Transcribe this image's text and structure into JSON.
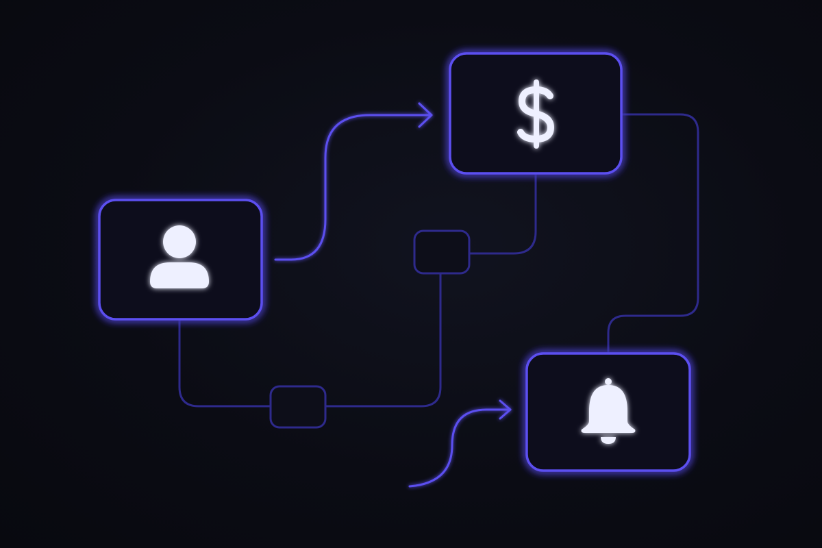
{
  "diagram": {
    "nodes": [
      {
        "id": "user",
        "icon": "user-icon"
      },
      {
        "id": "payment",
        "icon": "dollar-icon"
      },
      {
        "id": "notification",
        "icon": "bell-icon"
      },
      {
        "id": "junction-upper",
        "icon": ""
      },
      {
        "id": "junction-lower",
        "icon": ""
      }
    ],
    "connections": [
      {
        "from": "user",
        "to": "payment",
        "arrow": true
      },
      {
        "from": "user",
        "to": "junction-lower",
        "arrow": false
      },
      {
        "from": "junction-lower",
        "to": "junction-upper",
        "arrow": false
      },
      {
        "from": "junction-upper",
        "to": "payment",
        "arrow": false
      },
      {
        "from": "payment",
        "to": "notification",
        "arrow": false
      },
      {
        "from": "external",
        "to": "notification",
        "arrow": true
      }
    ]
  },
  "colors": {
    "background": "#0b0c14",
    "accent": "#5b4ff0",
    "accent_dim": "#2e2a8c",
    "icon": "#eef0ff"
  }
}
